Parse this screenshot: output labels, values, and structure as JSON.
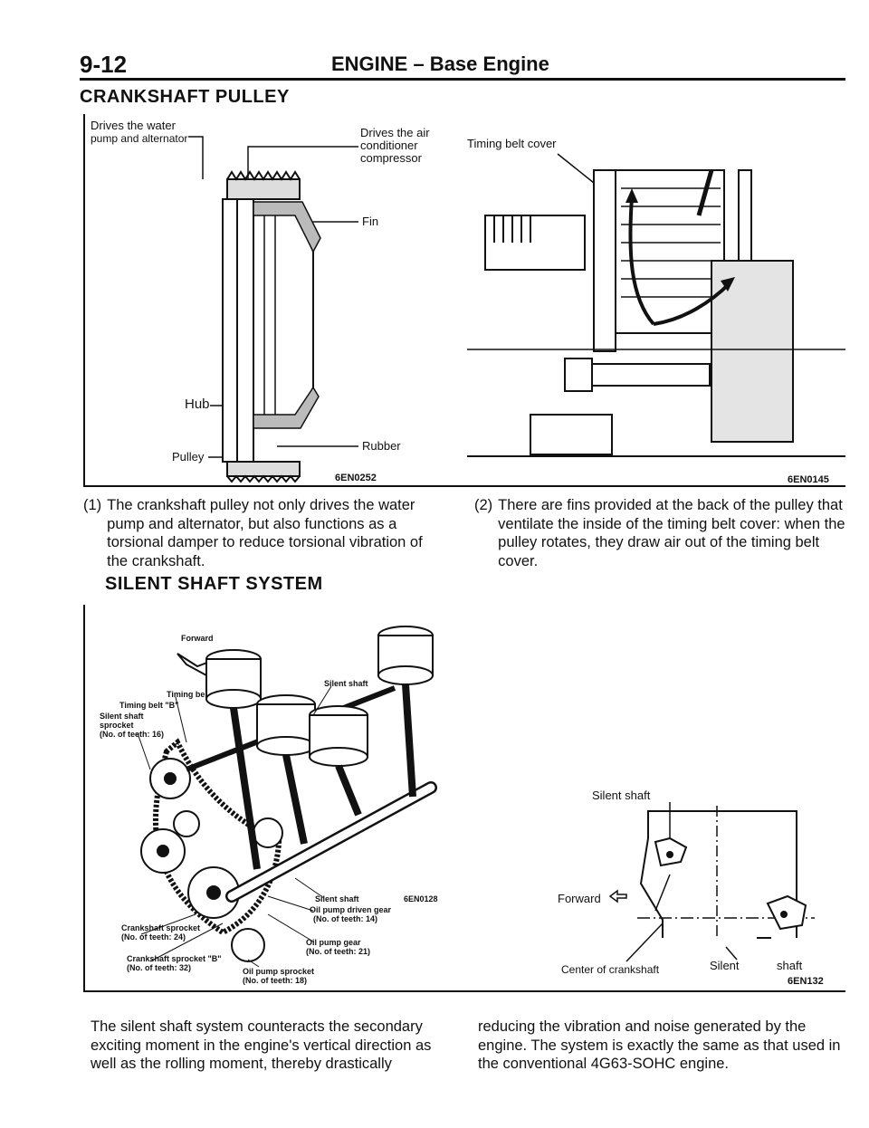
{
  "header": {
    "page_number": "9-12",
    "title": "ENGINE – Base Engine"
  },
  "crankshaft_pulley": {
    "title": "CRANKSHAFT PULLEY",
    "figure1": {
      "label_water": "Drives the water",
      "label_water2": "pump and alternator",
      "label_air": "Drives the air",
      "label_air2": "conditioner",
      "label_air3": "compressor",
      "label_fin": "Fin",
      "label_hub": "Hub",
      "label_pulley": "Pulley",
      "label_rubber": "Rubber",
      "code": "6EN0252"
    },
    "figure2": {
      "label_cover": "Timing belt cover",
      "code": "6EN0145"
    },
    "para1_num": "(1)",
    "para1": "The crankshaft pulley not only drives the water pump and alternator, but also functions as a torsional damper to reduce torsional vibration of the crankshaft.",
    "para2_num": "(2)",
    "para2": "There are fins provided at the back of the pulley that ventilate the inside of the timing belt cover: when the pulley rotates, they draw air out of the timing belt cover."
  },
  "silent_shaft": {
    "title": "SILENT SHAFT SYSTEM",
    "figure3": {
      "label_forward": "Forward",
      "label_silent_shaft_top": "Silent shaft",
      "label_timing_belt": "Timing belt",
      "label_timing_belt_b": "Timing belt \"B\"",
      "label_sprocket1": "Silent shaft",
      "label_sprocket2": "sprocket",
      "label_sprocket3": "(No. of teeth: 16)",
      "label_silent_shaft_bottom": "Silent shaft",
      "label_crank_sprocket1": "Crankshaft sprocket",
      "label_crank_sprocket2": "(No. of teeth: 24)",
      "label_crank_sprocket_b1": "Crankshaft sprocket \"B\"",
      "label_crank_sprocket_b2": "(No. of teeth: 32)",
      "label_oil_driven1": "Oil pump driven gear",
      "label_oil_driven2": "(No. of teeth: 14)",
      "label_oil_gear1": "Oil pump gear",
      "label_oil_gear2": "(No. of teeth: 21)",
      "label_oil_sprocket1": "Oil pump sprocket",
      "label_oil_sprocket2": "(No. of teeth: 18)",
      "code": "6EN0128"
    },
    "figure4": {
      "label_silent_shaft": "Silent shaft",
      "label_forward": "Forward",
      "label_center": "Center of crankshaft",
      "label_silent": "Silent",
      "label_shaft": "shaft",
      "code": "6EN132"
    },
    "para_left": "The silent shaft system counteracts the secondary exciting moment in the engine's vertical direction as well as the rolling moment, thereby drastically",
    "para_right": "reducing the vibration and noise generated by the engine. The system is exactly the same as that used in the conventional 4G63-SOHC engine."
  }
}
